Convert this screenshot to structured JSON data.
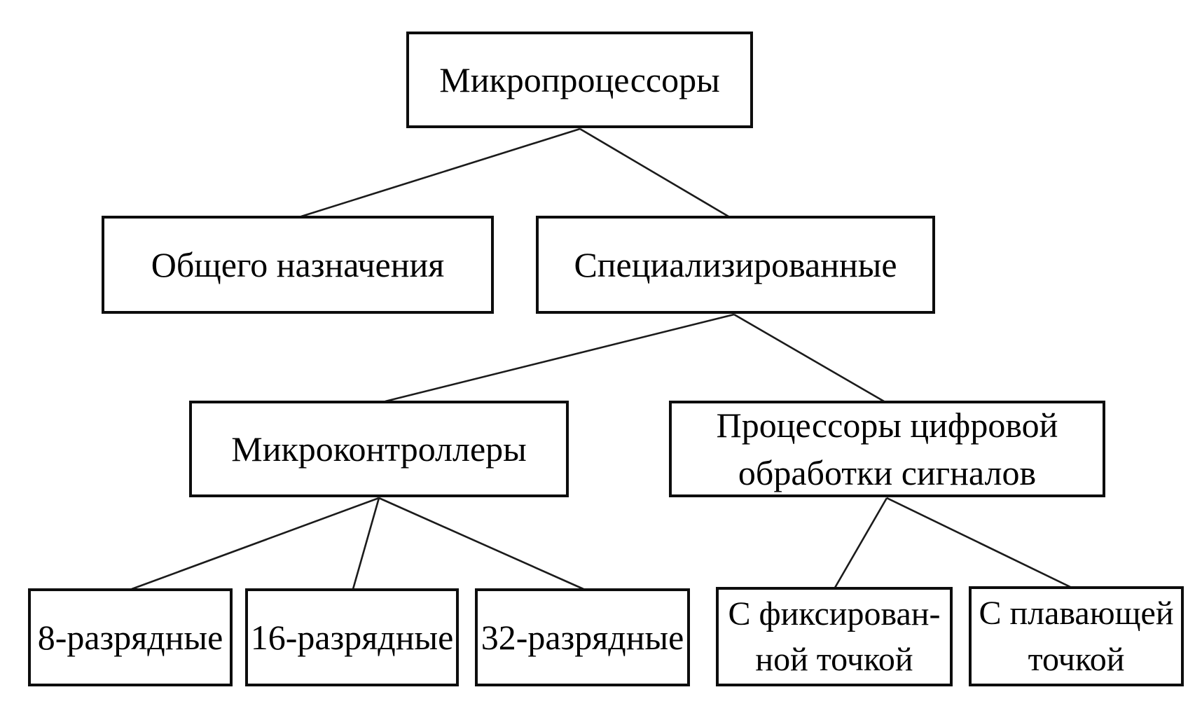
{
  "figure": {
    "type": "tree-diagram",
    "language": "ru",
    "title": "Микропроцессоры",
    "colors": {
      "background": "#ffffff",
      "box_fill": "#ffffff",
      "box_border": "#0d0d0d",
      "text": "#000000",
      "connector": "#1b1b1b"
    },
    "nodes": {
      "root": {
        "label": "Микропроцессоры",
        "lines": [
          "Микропроцессоры"
        ]
      },
      "general_purpose": {
        "label": "Общего назначения",
        "lines": [
          "Общего назначения"
        ]
      },
      "specialized": {
        "label": "Специализированные",
        "lines": [
          "Специализированные"
        ]
      },
      "microcontrollers": {
        "label": "Микроконтроллеры",
        "lines": [
          "Микроконтроллеры"
        ]
      },
      "dsp": {
        "label": "Процессоры цифровой обработки сигналов",
        "lines": [
          "Процессоры цифровой",
          "обработки сигналов"
        ]
      },
      "bit8": {
        "label": "8-разрядные",
        "lines": [
          "8-разрядные"
        ]
      },
      "bit16": {
        "label": "16-разрядные",
        "lines": [
          "16-разрядные"
        ]
      },
      "bit32": {
        "label": "32-разрядные",
        "lines": [
          "32-разрядные"
        ]
      },
      "fixed_point": {
        "label": "С фиксированной точкой",
        "lines": [
          "С фиксирован-",
          "ной точкой"
        ]
      },
      "floating_point": {
        "label": "С плавающей точкой",
        "lines": [
          "С плавающей",
          "точкой"
        ]
      }
    },
    "edges": [
      {
        "from": "root",
        "to": "general_purpose"
      },
      {
        "from": "root",
        "to": "specialized"
      },
      {
        "from": "specialized",
        "to": "microcontrollers"
      },
      {
        "from": "specialized",
        "to": "dsp"
      },
      {
        "from": "microcontrollers",
        "to": "bit8"
      },
      {
        "from": "microcontrollers",
        "to": "bit16"
      },
      {
        "from": "microcontrollers",
        "to": "bit32"
      },
      {
        "from": "dsp",
        "to": "fixed_point"
      },
      {
        "from": "dsp",
        "to": "floating_point"
      }
    ]
  }
}
